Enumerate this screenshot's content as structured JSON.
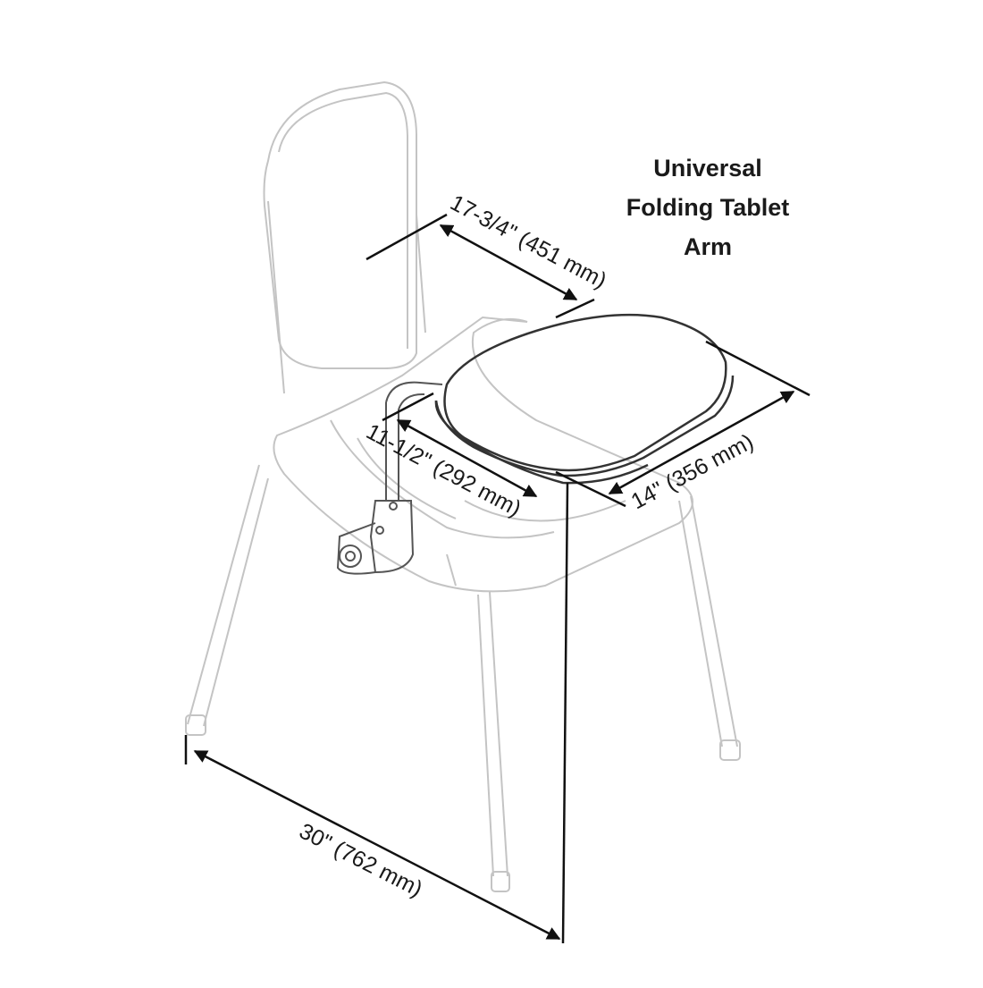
{
  "title": {
    "line1": "Universal",
    "line2": "Folding Tablet",
    "line3": "Arm"
  },
  "dimensions": {
    "tablet_depth": "17-3/4\" (451 mm)",
    "tablet_width": "14\" (356 mm)",
    "arm_offset": "11-1/2\" (292 mm)",
    "overall_height": "30\" (762 mm)"
  },
  "colors": {
    "chair_line": "#bfbfbf",
    "tablet_line": "#333333",
    "dimension_line": "#111111"
  }
}
